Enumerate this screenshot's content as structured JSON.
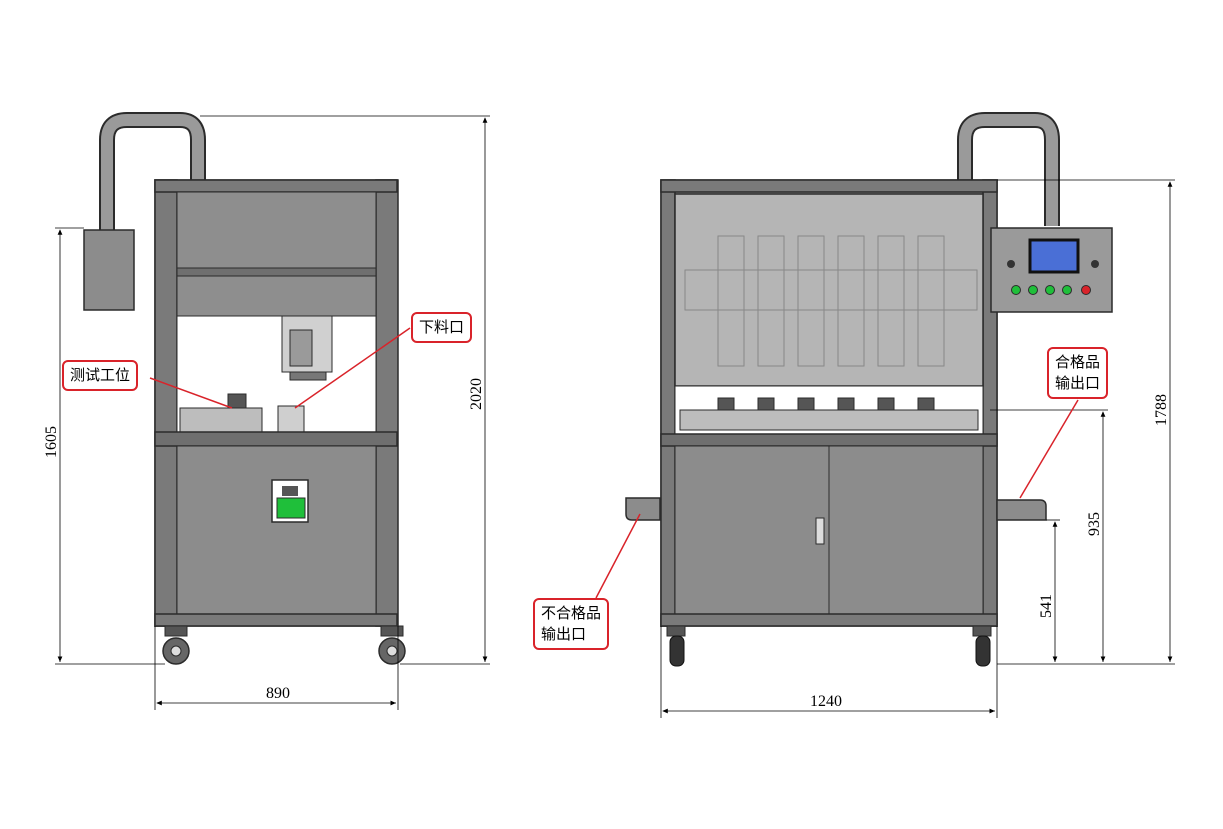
{
  "callouts": {
    "test_station": "测试工位",
    "discharge_port": "下料口",
    "pass_output": [
      "合格品",
      "输出口"
    ],
    "fail_output": [
      "不合格品",
      "输出口"
    ]
  },
  "dimensions": {
    "left_width": "890",
    "left_total_height": "2020",
    "left_body_height": "1605",
    "right_width": "1240",
    "right_total_height": "1788",
    "right_pass_height": "935",
    "right_fail_height": "541"
  },
  "colors": {
    "frame": "#7f7f7f",
    "frame_dark": "#2b2b2b",
    "panel": "#8c8c8c",
    "glass": "#b5b5b5",
    "callout_border": "#d9232a",
    "green_indicator": "#1fbf3a",
    "screen": "#4a6fd6"
  }
}
